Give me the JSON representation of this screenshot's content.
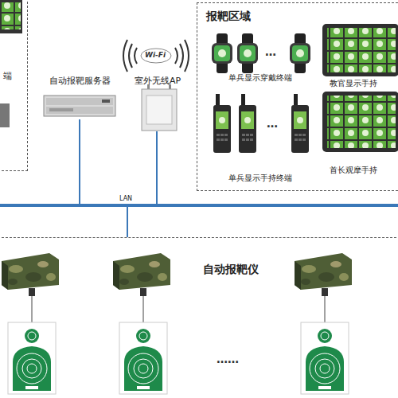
{
  "diagram": {
    "nodes": [
      {
        "text": [
          "端"
        ]
      },
      {
        "text": [
          "自动报靶服务器"
        ]
      },
      {
        "text": [
          "室外无线AP"
        ]
      },
      {
        "text": [
          "报靶区域"
        ]
      },
      {
        "text": [
          "单兵显示穿戴终端"
        ],
        "in": 3
      },
      {
        "text": [
          "单兵显示手持终端"
        ],
        "in": 3
      },
      {
        "text": [
          "教官显示手持"
        ],
        "in": 3
      },
      {
        "text": [
          "首长观摩手持"
        ],
        "in": 3
      },
      {
        "text": [
          "LAN"
        ]
      },
      {
        "text": [
          "自动报靶仪"
        ]
      }
    ],
    "edges": [
      {
        "from": 1,
        "to": 8,
        "arrow": "none"
      },
      {
        "from": 2,
        "to": 8,
        "arrow": "none"
      },
      {
        "from": 8,
        "to": 9,
        "arrow": "none"
      }
    ],
    "labels": [
      "Wi-Fi",
      "…",
      "…",
      "……"
    ]
  }
}
